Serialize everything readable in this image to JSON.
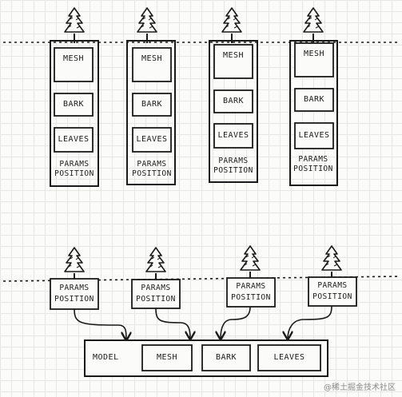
{
  "top_diagram": {
    "columns": [
      {
        "mesh": "MESH",
        "bark": "BARK",
        "leaves": "LEAVES",
        "params": "PARAMS",
        "position": "POSITION"
      },
      {
        "mesh": "MESH",
        "bark": "BARK",
        "leaves": "LEAVES",
        "params": "PARAMS",
        "position": "POSITION"
      },
      {
        "mesh": "MESH",
        "bark": "BARK",
        "leaves": "LEAVES",
        "params": "PARAMS",
        "position": "POSITION"
      },
      {
        "mesh": "MESH",
        "bark": "BARK",
        "leaves": "LEAVES",
        "params": "PARAMS",
        "position": "POSITION"
      }
    ]
  },
  "bottom_diagram": {
    "instances": [
      {
        "params": "PARAMS",
        "position": "POSITION"
      },
      {
        "params": "PARAMS",
        "position": "POSITION"
      },
      {
        "params": "PARAMS",
        "position": "POSITION"
      },
      {
        "params": "PARAMS",
        "position": "POSITION"
      }
    ],
    "model": {
      "label": "MODEL",
      "mesh": "MESH",
      "bark": "BARK",
      "leaves": "LEAVES"
    }
  },
  "watermark": "@稀土掘金技术社区",
  "icons": [
    "pine-tree-icon"
  ],
  "colors": {
    "ink": "#1a1a1a",
    "paper": "#fbfbf9",
    "grid": "#e6e6e2"
  }
}
